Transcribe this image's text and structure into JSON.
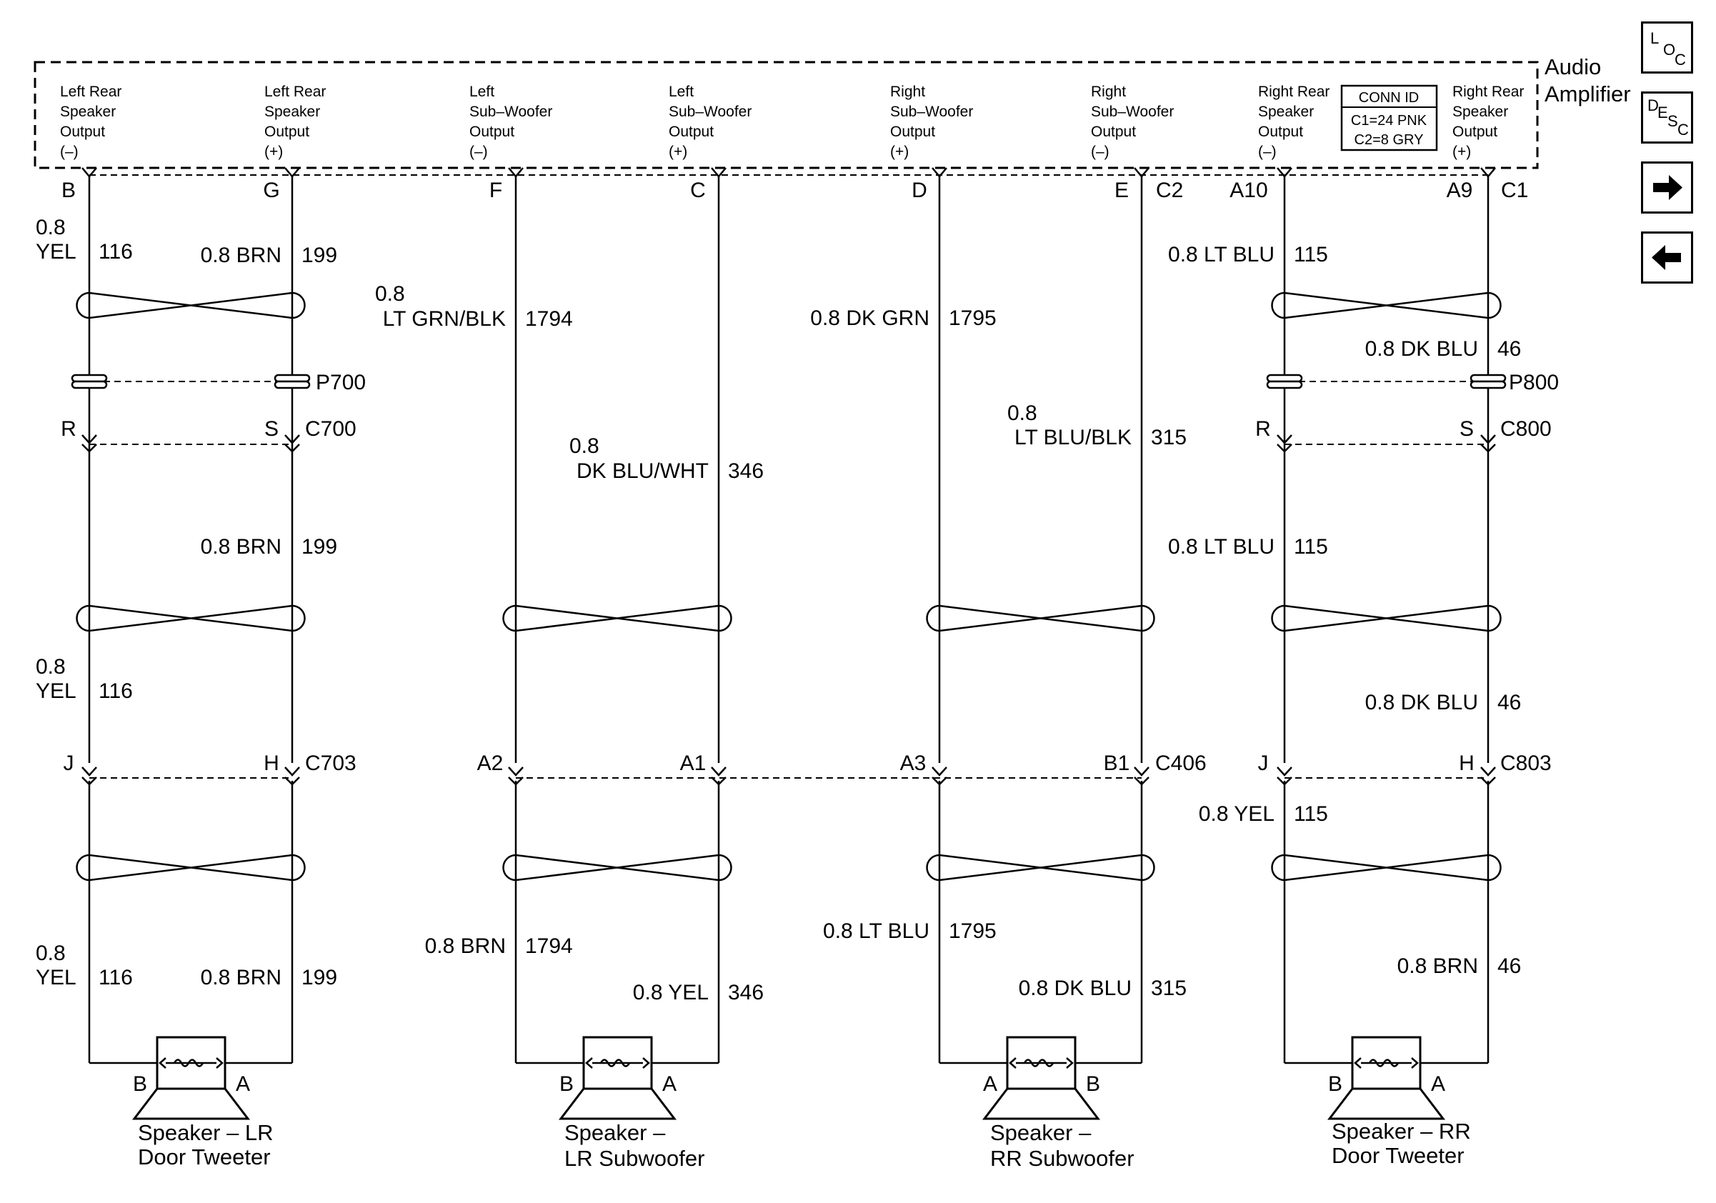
{
  "amplifier": {
    "name_line1": "Audio",
    "name_line2": "Amplifier",
    "conn_id": {
      "title": "CONN ID",
      "line1": "C1=24 PNK",
      "line2": "C2=8 GRY"
    },
    "outputs": [
      {
        "l1": "Left Rear",
        "l2": "Speaker",
        "l3": "Output",
        "l4": "(–)"
      },
      {
        "l1": "Left Rear",
        "l2": "Speaker",
        "l3": "Output",
        "l4": "(+)"
      },
      {
        "l1": "Left",
        "l2": "Sub–Woofer",
        "l3": "Output",
        "l4": "(–)"
      },
      {
        "l1": "Left",
        "l2": "Sub–Woofer",
        "l3": "Output",
        "l4": "(+)"
      },
      {
        "l1": "Right",
        "l2": "Sub–Woofer",
        "l3": "Output",
        "l4": "(+)"
      },
      {
        "l1": "Right",
        "l2": "Sub–Woofer",
        "l3": "Output",
        "l4": "(–)"
      },
      {
        "l1": "Right Rear",
        "l2": "Speaker",
        "l3": "Output",
        "l4": "(–)"
      },
      {
        "l1": "Right Rear",
        "l2": "Speaker",
        "l3": "Output",
        "l4": "(+)"
      }
    ]
  },
  "pins": {
    "amp": [
      "B",
      "G",
      "F",
      "C",
      "D",
      "E",
      "A10",
      "A9"
    ],
    "amp_conn_c2": "C2",
    "amp_conn_c1": "C1",
    "p700": {
      "left": "R",
      "right": "S",
      "shield": "P700",
      "conn": "C700"
    },
    "p800": {
      "left": "R",
      "right": "S",
      "shield": "P800",
      "conn": "C800"
    },
    "c703": {
      "left": "J",
      "right": "H",
      "conn": "C703"
    },
    "c406": {
      "p1": "A2",
      "p2": "A1",
      "p3": "A3",
      "p4": "B1",
      "conn": "C406"
    },
    "c803": {
      "left": "J",
      "right": "H",
      "conn": "C803"
    }
  },
  "wires": {
    "w1": {
      "size": "0.8",
      "color": "YEL",
      "circuit": "116"
    },
    "w2": {
      "label": "0.8 BRN",
      "circuit": "199"
    },
    "w3": {
      "size": "0.8",
      "color": "LT GRN/BLK",
      "circuit": "1794"
    },
    "w4": {
      "label": "0.8 DK GRN",
      "circuit": "1795"
    },
    "w5": {
      "label": "0.8 LT BLU",
      "circuit": "115"
    },
    "w6": {
      "label": "0.8 DK BLU",
      "circuit": "46"
    },
    "w7": {
      "size": "0.8",
      "color": "DK BLU/WHT",
      "circuit": "346"
    },
    "w8": {
      "size": "0.8",
      "color": "LT BLU/BLK",
      "circuit": "315"
    },
    "w9": {
      "label": "0.8 BRN",
      "circuit": "199"
    },
    "w10": {
      "label": "0.8 LT BLU",
      "circuit": "115"
    },
    "w11": {
      "size": "0.8",
      "color": "YEL",
      "circuit": "116"
    },
    "w12": {
      "label": "0.8 DK BLU",
      "circuit": "46"
    },
    "w13": {
      "label": "0.8 YEL",
      "circuit": "115"
    },
    "w14": {
      "size": "0.8",
      "color": "YEL",
      "circuit": "116"
    },
    "w15": {
      "label": "0.8 BRN",
      "circuit": "199"
    },
    "w16": {
      "label": "0.8 BRN",
      "circuit": "1794"
    },
    "w17": {
      "label": "0.8 YEL",
      "circuit": "346"
    },
    "w18": {
      "label": "0.8 LT BLU",
      "circuit": "1795"
    },
    "w19": {
      "label": "0.8 DK BLU",
      "circuit": "315"
    },
    "w20": {
      "label": "0.8 BRN",
      "circuit": "46"
    }
  },
  "speakers": [
    {
      "line1": "Speaker – LR",
      "line2": "Door Tweeter",
      "pin_left": "B",
      "pin_right": "A"
    },
    {
      "line1": "Speaker –",
      "line2": "LR Subwoofer",
      "pin_left": "B",
      "pin_right": "A"
    },
    {
      "line1": "Speaker –",
      "line2": "RR Subwoofer",
      "pin_left": "A",
      "pin_right": "B"
    },
    {
      "line1": "Speaker – RR",
      "line2": "Door Tweeter",
      "pin_left": "B",
      "pin_right": "A"
    }
  ],
  "nav": {
    "loc": {
      "a": "L",
      "b": "O",
      "c": "C"
    },
    "desc": {
      "a": "D",
      "b": "E",
      "c": "S",
      "d": "C"
    },
    "next_icon": "right-arrow-icon",
    "prev_icon": "left-arrow-icon"
  }
}
